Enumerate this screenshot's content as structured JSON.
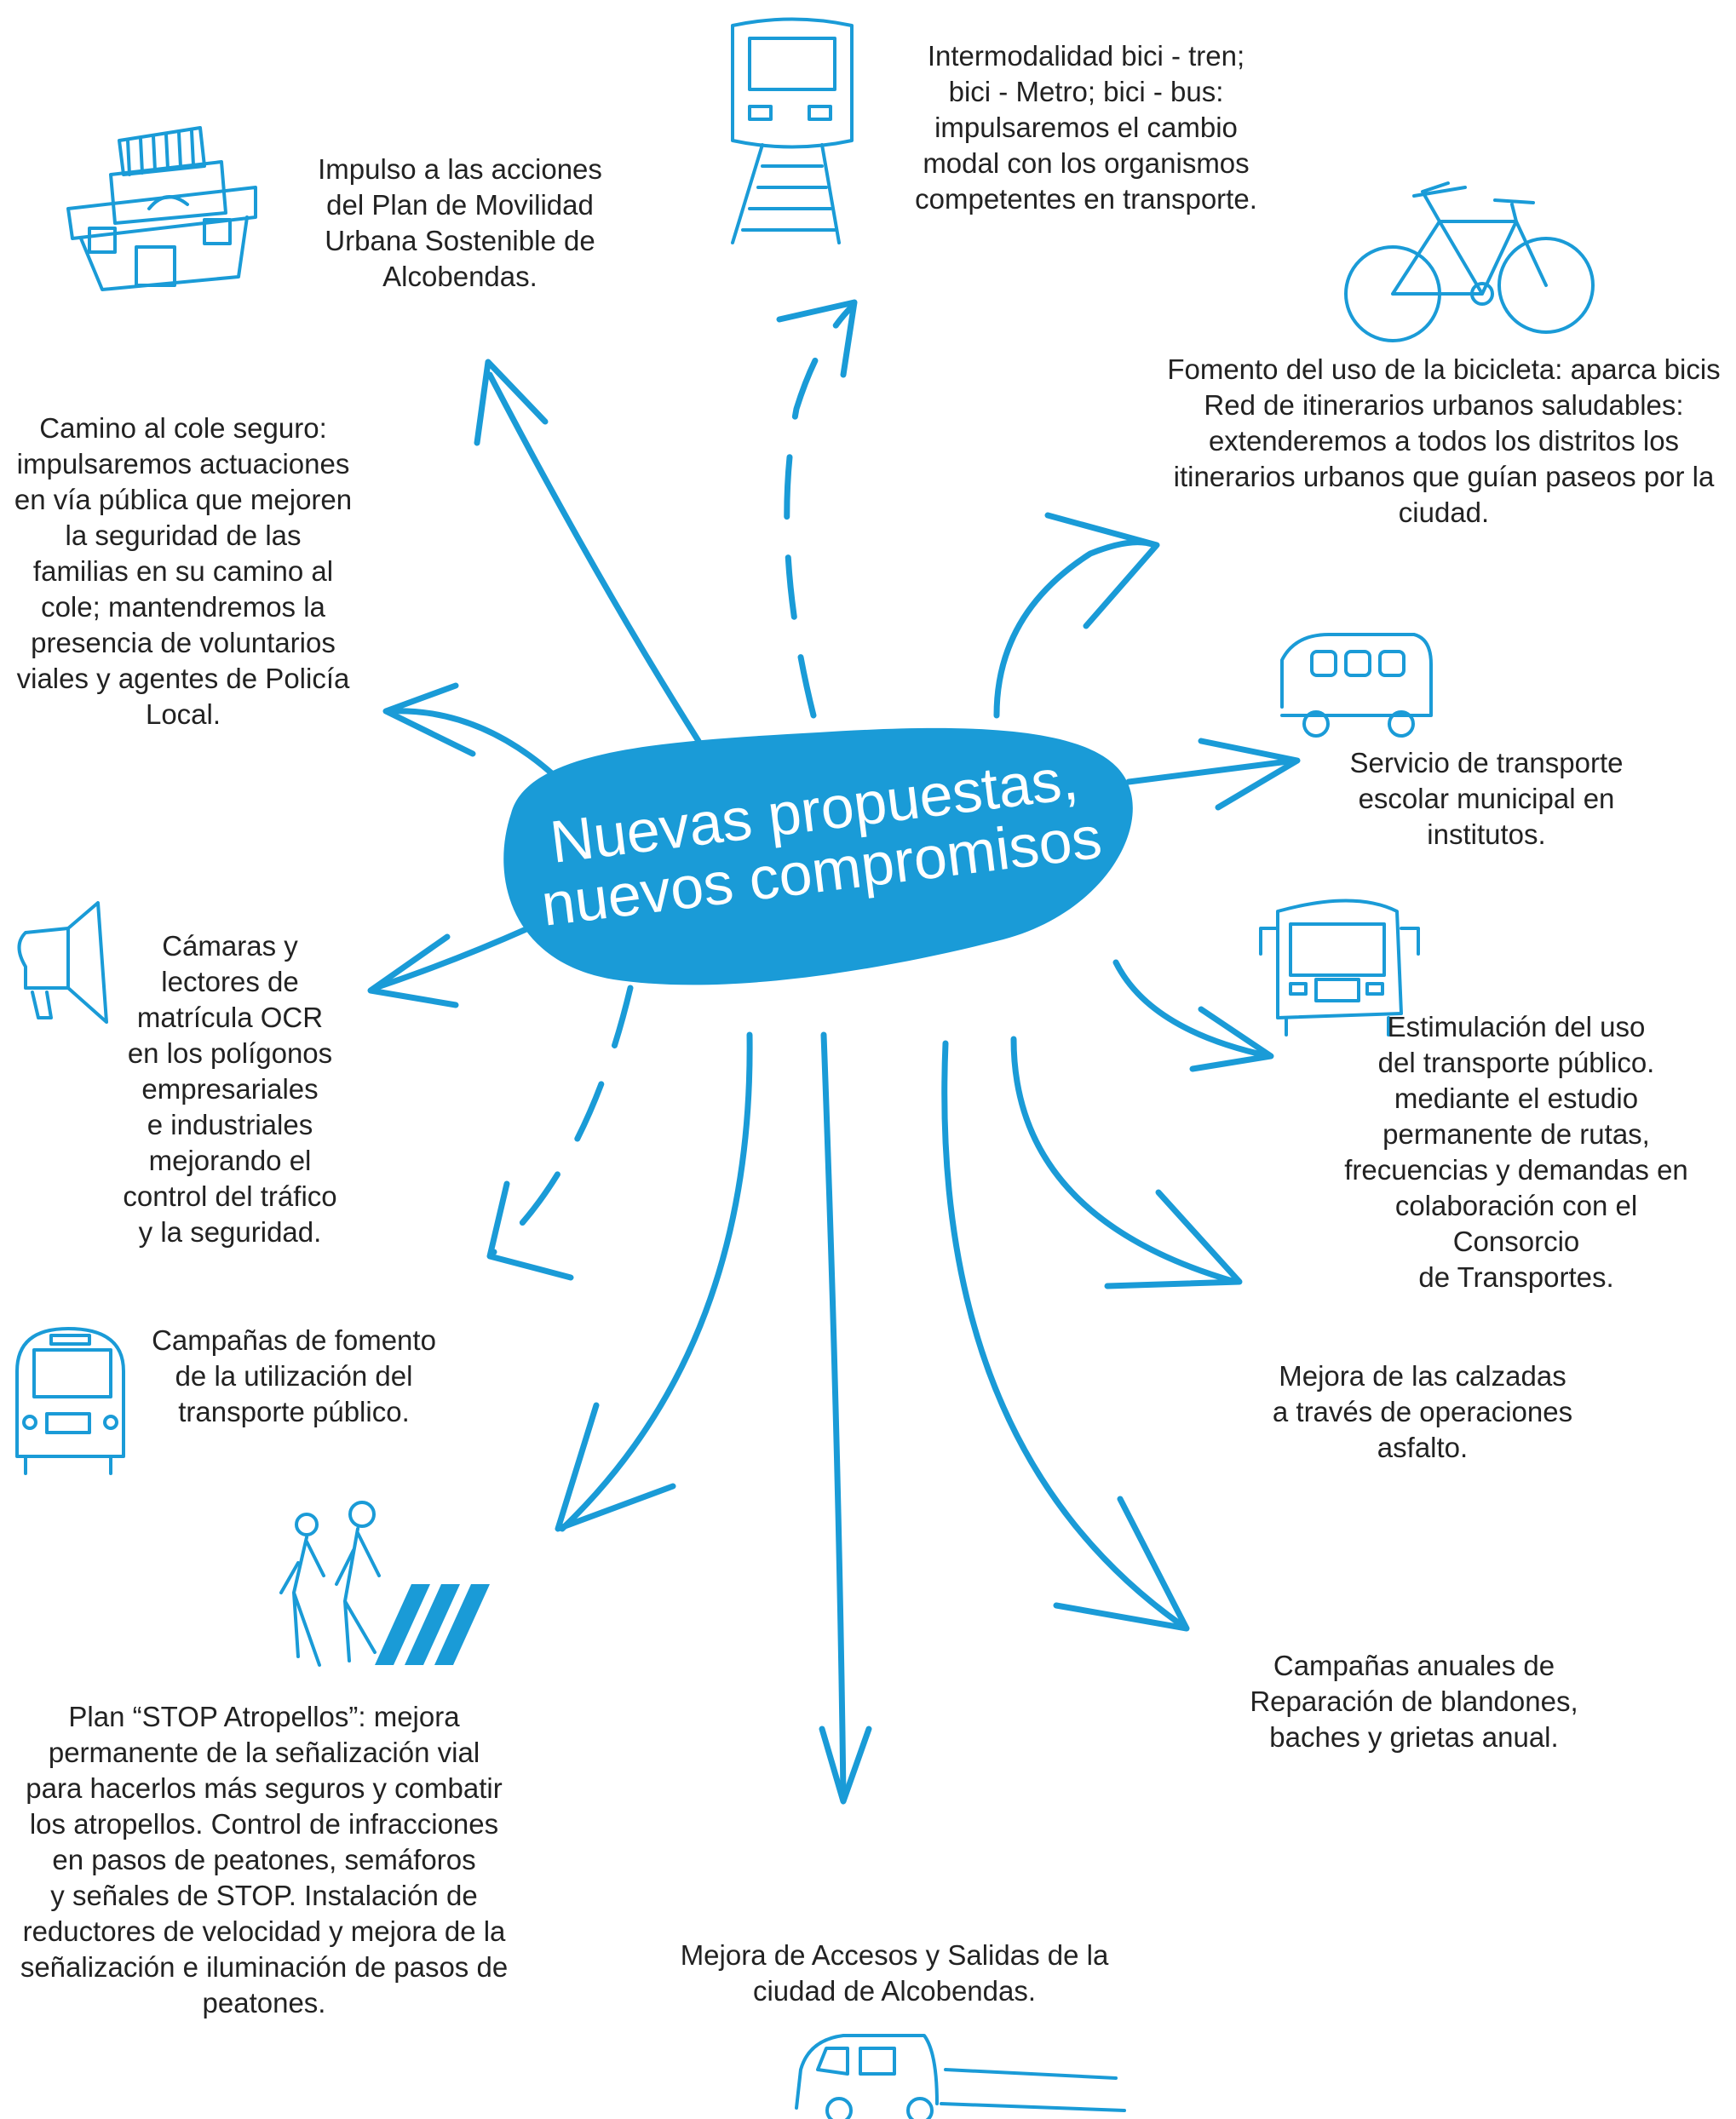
{
  "colors": {
    "accent": "#1a9bd7",
    "text": "#222222",
    "center_text": "#ffffff"
  },
  "center": {
    "line1": "Nuevas propuestas,",
    "line2": "nuevos compromisos"
  },
  "nodes": {
    "plan_movilidad": {
      "text": "Impulso a las acciones\ndel Plan de Movilidad\nUrbana Sostenible de\nAlcobendas.",
      "icon": "town-hall-icon"
    },
    "intermodalidad": {
      "text": "Intermodalidad bici - tren;\nbici - Metro; bici - bus:\nimpulsaremos el cambio\nmodal con los organismos\ncompetentes en transporte.",
      "icon": "train-icon"
    },
    "bicicleta": {
      "text": "Fomento del uso de la bicicleta: aparca bicis\nRed de itinerarios urbanos saludables:\nextenderemos a todos los distritos los\nitinerarios urbanos que guían paseos por la\nciudad.",
      "icon": "bicycle-icon"
    },
    "transporte_escolar": {
      "text": "Servicio de transporte\nescolar municipal en\ninstitutos.",
      "icon": "minibus-icon"
    },
    "transporte_publico": {
      "text": "Estimulación del uso\ndel transporte público.\nmediante el estudio\npermanente de rutas,\nfrecuencias y demandas en\ncolaboración con el Consorcio\nde Transportes.",
      "icon": "bus-front-icon"
    },
    "calzadas": {
      "text": "Mejora de las calzadas\na través de operaciones\nasfalto."
    },
    "blandones": {
      "text": "Campañas anuales de\nReparación de blandones,\nbaches y grietas anual."
    },
    "accesos": {
      "text": "Mejora de Accesos y Salidas de la\nciudad de Alcobendas.",
      "icon": "van-icon"
    },
    "stop_atropellos": {
      "text": "Plan “STOP Atropellos”: mejora\npermanente de la señalización vial\npara hacerlos más seguros y combatir\nlos atropellos. Control de infracciones\nen pasos de peatones, semáforos\ny señales de STOP. Instalación de\nreductores de velocidad y mejora de la\nseñalización e iluminación de pasos de\npeatones.",
      "icon": "pedestrian-crossing-icon"
    },
    "campanas_fomento": {
      "text": "Campañas de fomento\nde la utilización del\ntransporte público.",
      "icon": "bus-icon"
    },
    "camaras": {
      "text": "Cámaras y\nlectores de\nmatrícula OCR\nen los polígonos\nempresariales\ne industriales\nmejorando el\ncontrol del tráfico\ny la seguridad.",
      "icon": "megaphone-icon"
    },
    "cole_seguro": {
      "text": "Camino al cole seguro:\nimpulsaremos actuaciones\nen vía pública que mejoren\nla seguridad de las\nfamilias en su camino al\ncole; mantendremos la\npresencia de voluntarios\nviales y agentes de Policía\nLocal."
    }
  }
}
